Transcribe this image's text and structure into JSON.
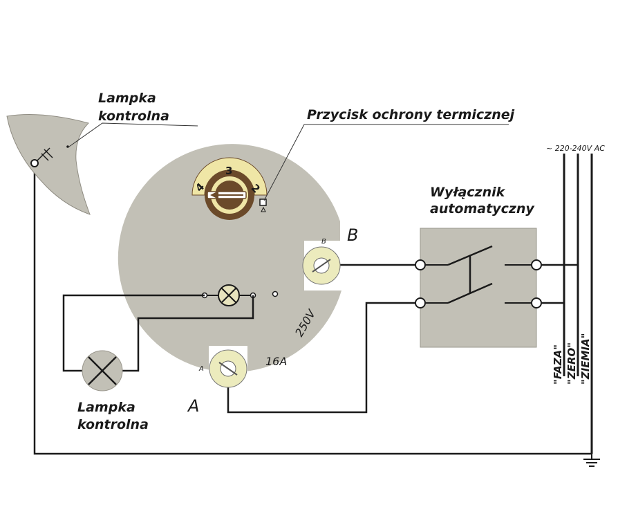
{
  "labels": {
    "lamp_top_line1": "Lampka",
    "lamp_top_line2": "kontrolna",
    "thermal_button": "Przycisk ochrony termicznej",
    "breaker_line1": "Wyłącznik",
    "breaker_line2": "automatyczny",
    "lamp_bottom_line1": "Lampka",
    "lamp_bottom_line2": "kontrolna",
    "terminal_b_big": "B",
    "terminal_b_small": "B",
    "terminal_a_big": "A",
    "terminal_a_small": "A",
    "voltage_rating": "250V",
    "current_rating": "16A",
    "supply": "~ 220-240V AC",
    "faza": "\"FAZA\"",
    "zero": "\"ZERO\"",
    "ziemia": "\"ZIEMIA\""
  },
  "dial": {
    "numbers": [
      "4",
      "3",
      "2"
    ]
  },
  "colors": {
    "body_fill": "#c2c0b6",
    "terminal_fill": "#ecebbd",
    "dial_brown": "#6b4a2a",
    "dial_yellow": "#efe6a6",
    "lamp_fill": "#e7e3bd",
    "wire": "#1a1a1a"
  }
}
